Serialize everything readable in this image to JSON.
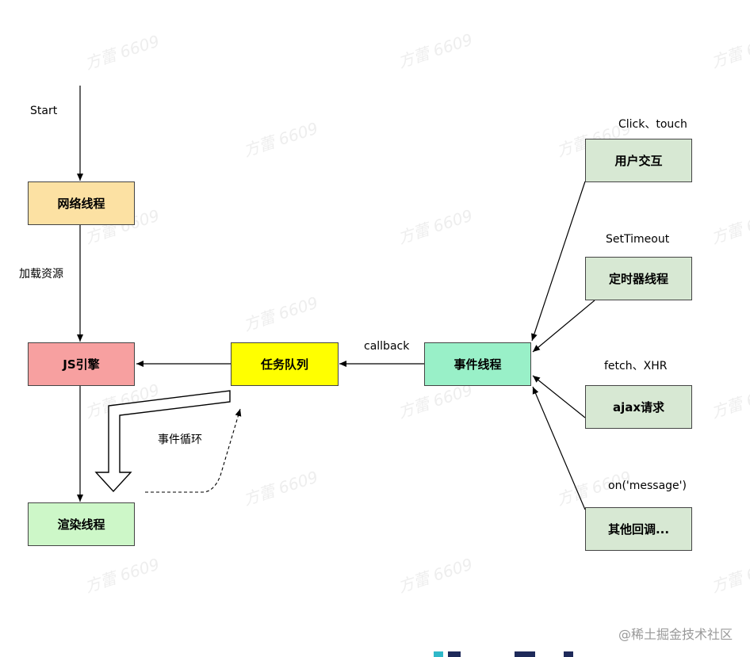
{
  "watermark": "方蕾 6609",
  "nodes": {
    "network": "网络线程",
    "js_engine": "JS引擎",
    "render": "渲染线程",
    "task_queue": "任务队列",
    "event_thread": "事件线程",
    "user_interaction": "用户交互",
    "timer_thread": "定时器线程",
    "ajax": "ajax请求",
    "other_callbacks": "其他回调..."
  },
  "labels": {
    "start": "Start",
    "load_resource": "加载资源",
    "callback": "callback",
    "event_loop": "事件循环",
    "click_touch": "Click、touch",
    "set_timeout": "SetTimeout",
    "fetch_xhr": "fetch、XHR",
    "on_message": "on('message')"
  },
  "colors": {
    "network": "#fce1a3",
    "js_engine": "#f7a0a0",
    "render": "#cdf7c8",
    "task_queue": "#ffff00",
    "event_thread": "#99f0c8",
    "sources": "#d7e8d3"
  },
  "footer": "@稀土掘金技术社区"
}
